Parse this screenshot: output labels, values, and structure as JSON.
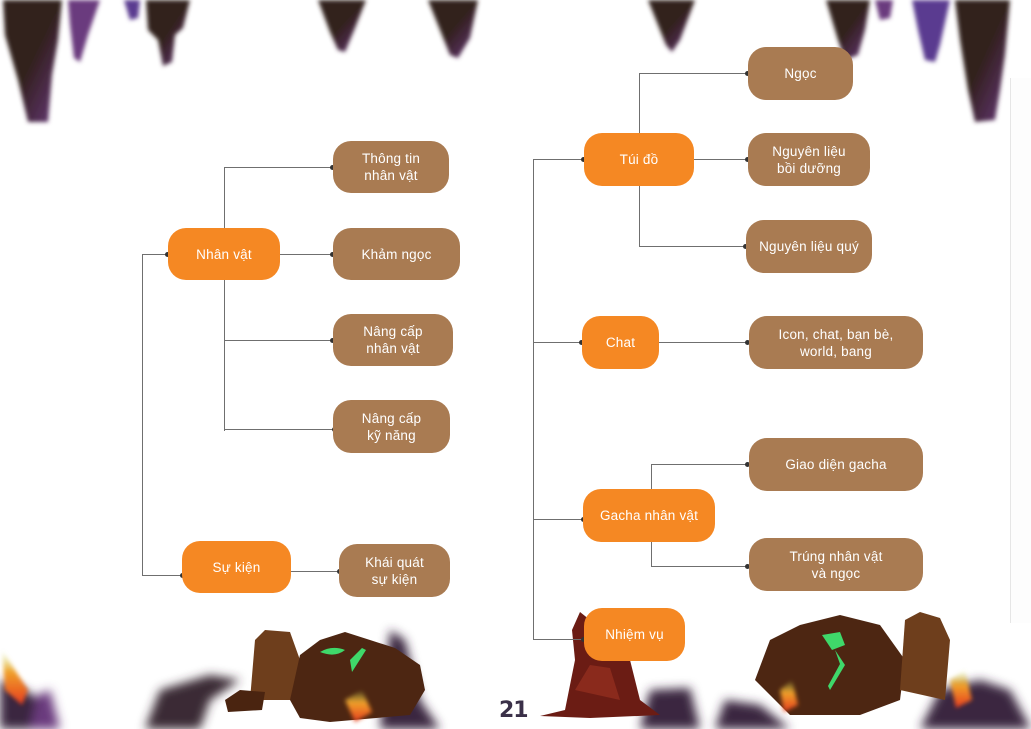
{
  "diagram": {
    "left_tree": {
      "branches": [
        {
          "label": "Nhân vật",
          "children": [
            "Thông tin\nnhân vật",
            "Khảm ngọc",
            "Nâng cấp\nnhân vật",
            "Nâng cấp\nkỹ năng"
          ]
        },
        {
          "label": "Sự kiện",
          "children": [
            "Khái quát\nsự kiện"
          ]
        }
      ]
    },
    "right_tree": {
      "branches": [
        {
          "label": "Túi đồ",
          "children": [
            "Ngọc",
            "Nguyên liệu\nbồi dưỡng",
            "Nguyên liệu quý"
          ]
        },
        {
          "label": "Chat",
          "children": [
            "Icon, chat, bạn bè,\nworld, bang"
          ]
        },
        {
          "label": "Gacha nhân vật",
          "children": [
            "Giao diện gacha",
            "Trúng nhân vật\nvà ngọc"
          ]
        },
        {
          "label": "Nhiệm vụ",
          "children": []
        }
      ]
    }
  },
  "page_number": "21",
  "colors": {
    "main_node": "#f58823",
    "sub_node": "#a97b52",
    "connector": "#6f6f6f",
    "stalactite": "#33201f",
    "stalactite_accent": "#6a3a7e"
  }
}
